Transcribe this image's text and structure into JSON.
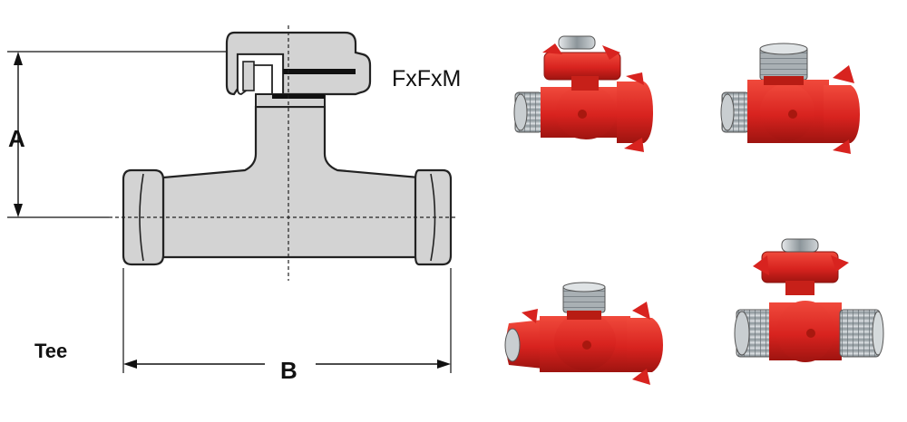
{
  "diagram": {
    "label_config": "FxFxM",
    "label_a": "A",
    "label_b": "B",
    "label_name": "Tee"
  },
  "colors": {
    "body_fill": "#d3d3d3",
    "outline": "#222222",
    "fitting_red": "#d8231f",
    "thread_steel": "#9aa3a8"
  },
  "photos": [
    {
      "name": "tee-photo-top-left",
      "config": "female-female-male",
      "orientation": "branch-up"
    },
    {
      "name": "tee-photo-top-right",
      "config": "female-female-male",
      "orientation": "branch-up"
    },
    {
      "name": "tee-photo-bottom-left",
      "config": "female-female-male",
      "orientation": "branch-up"
    },
    {
      "name": "tee-photo-bottom-right",
      "config": "female-female-male",
      "orientation": "branch-up"
    }
  ]
}
